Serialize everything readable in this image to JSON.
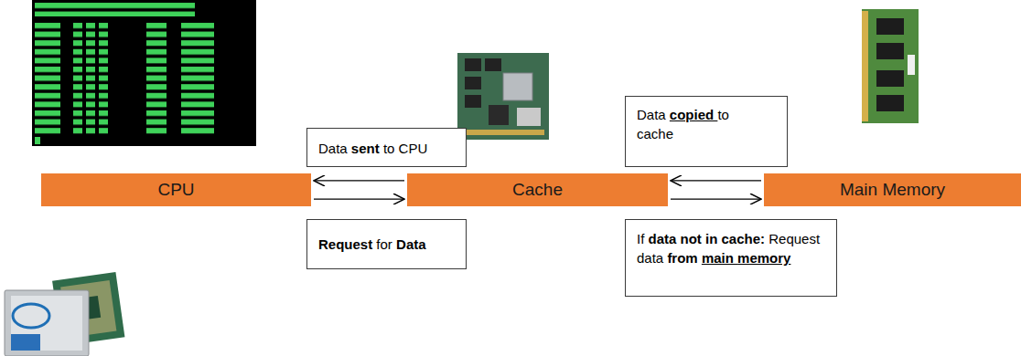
{
  "diagram": {
    "nodes": [
      {
        "text": [
          "Data sent to CPU"
        ]
      },
      {
        "text": [
          "Data copied to cache"
        ]
      },
      {
        "text": [
          "CPU"
        ]
      },
      {
        "text": [
          "Cache"
        ]
      },
      {
        "text": [
          "Main Memory"
        ]
      },
      {
        "text": [
          "Request for Data"
        ]
      },
      {
        "text": [
          "If data not in cache: Request data from main memory"
        ]
      }
    ],
    "edges": [
      {
        "from": 3,
        "to": 2,
        "arrow": "to"
      },
      {
        "from": 2,
        "to": 3,
        "arrow": "to"
      },
      {
        "from": 4,
        "to": 3,
        "arrow": "to"
      },
      {
        "from": 3,
        "to": 4,
        "arrow": "to"
      }
    ]
  }
}
